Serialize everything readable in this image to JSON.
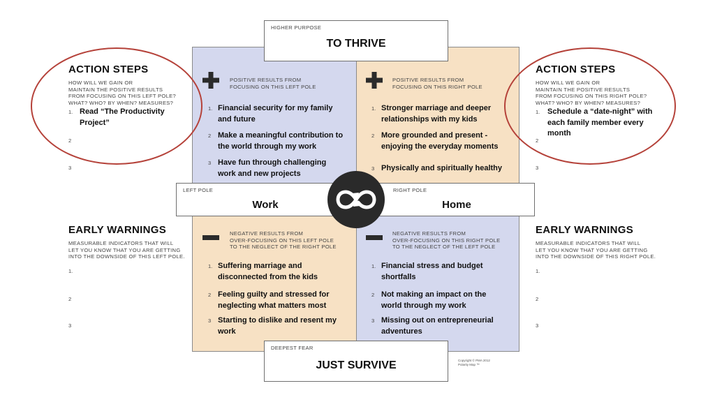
{
  "higher_purpose": {
    "label": "HIGHER PURPOSE",
    "value": "TO THRIVE"
  },
  "deepest_fear": {
    "label": "DEEPEST FEAR",
    "value": "JUST SURVIVE"
  },
  "left_pole": {
    "label": "LEFT POLE",
    "value": "Work"
  },
  "right_pole": {
    "label": "RIGHT POLE",
    "value": "Home"
  },
  "icons": {
    "plus": "plus-icon",
    "minus": "minus-icon",
    "center": "infinity-loop-icon"
  },
  "colors": {
    "blue_quadrant": "#d4d8ee",
    "peach_quadrant": "#f7e1c4",
    "circle_outline": "#b5423a"
  },
  "quadrants": {
    "top_left": {
      "heading": [
        "POSITIVE RESULTS FROM",
        "FOCUSING ON THIS LEFT POLE"
      ],
      "items": [
        {
          "num": "1.",
          "text": [
            "Financial security for my family",
            "and future"
          ]
        },
        {
          "num": "2",
          "text": [
            "Make a meaningful contribution to",
            "the world through my work"
          ]
        },
        {
          "num": "3",
          "text": [
            "Have fun through challenging",
            "work and new projects"
          ]
        }
      ]
    },
    "top_right": {
      "heading": [
        "POSITIVE RESULTS FROM",
        "FOCUSING ON THIS RIGHT POLE"
      ],
      "items": [
        {
          "num": "1.",
          "text": [
            "Stronger marriage and deeper",
            "relationships with my kids"
          ]
        },
        {
          "num": "2",
          "text": [
            "More grounded and present -",
            "enjoying the everyday moments"
          ]
        },
        {
          "num": "3",
          "text": [
            "Physically and spiritually healthy"
          ]
        }
      ]
    },
    "bottom_left": {
      "heading": [
        "NEGATIVE RESULTS FROM",
        "OVER-FOCUSING ON THIS LEFT POLE",
        "TO THE NEGLECT OF THE RIGHT POLE"
      ],
      "items": [
        {
          "num": "1.",
          "text": [
            "Suffering marriage and",
            "disconnected from the kids"
          ]
        },
        {
          "num": "2",
          "text": [
            "Feeling guilty and stressed for",
            "neglecting what matters most"
          ]
        },
        {
          "num": "3",
          "text": [
            "Starting to dislike and resent my",
            "work"
          ]
        }
      ]
    },
    "bottom_right": {
      "heading": [
        "NEGATIVE RESULTS FROM",
        "OVER-FOCUSING ON THIS RIGHT POLE",
        "TO THE NEGLECT OF THE LEFT POLE"
      ],
      "items": [
        {
          "num": "1.",
          "text": [
            "Financial stress and budget",
            "shortfalls"
          ]
        },
        {
          "num": "2",
          "text": [
            "Not making an impact on the",
            "world through my work"
          ]
        },
        {
          "num": "3",
          "text": [
            "Missing out on entrepreneurial",
            "adventures"
          ]
        }
      ]
    }
  },
  "left_action_steps": {
    "title": "ACTION STEPS",
    "subtitle": [
      "HOW WILL WE GAIN OR",
      "MAINTAIN THE POSITIVE RESULTS",
      "FROM FOCUSING ON THIS LEFT POLE?",
      "WHAT? WHO? BY WHEN? MEASURES?"
    ],
    "items": [
      {
        "num": "1.",
        "text": [
          "Read “The Productivity",
          "Project”"
        ]
      },
      {
        "num": "2",
        "text": []
      },
      {
        "num": "3",
        "text": []
      }
    ]
  },
  "right_action_steps": {
    "title": "ACTION STEPS",
    "subtitle": [
      "HOW WILL WE GAIN OR",
      "MAINTAIN THE POSITIVE RESULTS",
      "FROM FOCUSING ON THIS RIGHT POLE?",
      "WHAT? WHO? BY WHEN? MEASURES?"
    ],
    "items": [
      {
        "num": "1.",
        "text": [
          "Schedule a “date-night” with",
          "each family member every",
          "month"
        ]
      },
      {
        "num": "2",
        "text": []
      },
      {
        "num": "3",
        "text": []
      }
    ]
  },
  "left_early_warnings": {
    "title": "EARLY WARNINGS",
    "subtitle": [
      "MEASURABLE INDICATORS THAT WILL",
      "LET YOU KNOW THAT YOU ARE GETTING",
      "INTO THE DOWNSIDE OF THIS LEFT POLE."
    ],
    "nums": [
      "1.",
      "2",
      "3"
    ]
  },
  "right_early_warnings": {
    "title": "EARLY WARNINGS",
    "subtitle": [
      "MEASURABLE INDICATORS THAT WILL",
      "LET YOU KNOW THAT YOU ARE GETTING",
      "INTO THE DOWNSIDE OF THIS RIGHT POLE."
    ],
    "nums": [
      "1.",
      "2",
      "3"
    ]
  },
  "copyright": [
    "Copyright © PMA 2012",
    "Polarity Map ™"
  ]
}
